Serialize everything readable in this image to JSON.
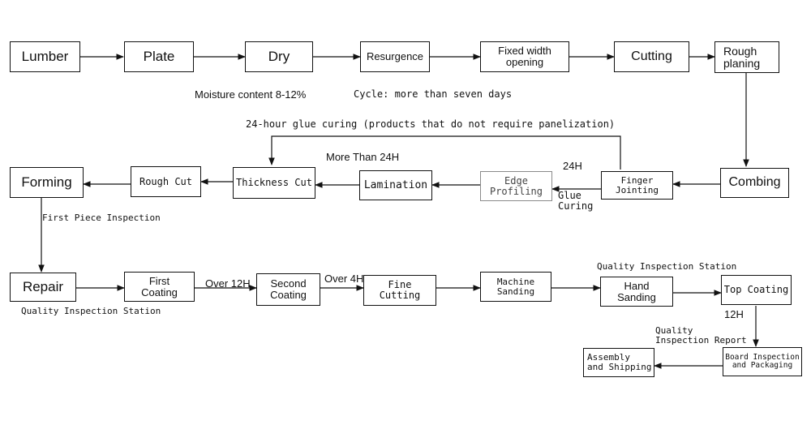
{
  "nodes": {
    "lumber": "Lumber",
    "plate": "Plate",
    "dry": "Dry",
    "resurgence": "Resurgence",
    "fixed_width": "Fixed width\nopening",
    "cutting": "Cutting",
    "rough_planing": "Rough\nplaning",
    "combing": "Combing",
    "finger_jointing": "Finger\nJointing",
    "edge_profiling": "Edge\nProfiling",
    "lamination": "Lamination",
    "thickness_cut": "Thickness Cut",
    "rough_cut": "Rough Cut",
    "forming": "Forming",
    "repair": "Repair",
    "first_coating": "First\nCoating",
    "second_coating": "Second\nCoating",
    "fine_cutting": "Fine\nCutting",
    "machine_sanding": "Machine\nSanding",
    "hand_sanding": "Hand\nSanding",
    "top_coating": "Top Coating",
    "board_inspection": "Board Inspection\nand Packaging",
    "assembly_shipping": "Assembly\nand Shipping"
  },
  "notes": {
    "moisture": "Moisture content 8-12%",
    "cycle": "Cycle: more than seven days",
    "glue_curing_24h": "24-hour glue curing (products that do not require panelization)",
    "more_than_24h": "More Than 24H",
    "h24": "24H",
    "glue_curing": "Glue\nCuring",
    "first_piece": "First Piece Inspection",
    "qis_left": "Quality Inspection Station",
    "over_12h": "Over 12H",
    "over_4h": "Over 4H",
    "qis_right": "Quality Inspection Station",
    "h12": "12H",
    "qi_report": "Quality\nInspection Report"
  }
}
